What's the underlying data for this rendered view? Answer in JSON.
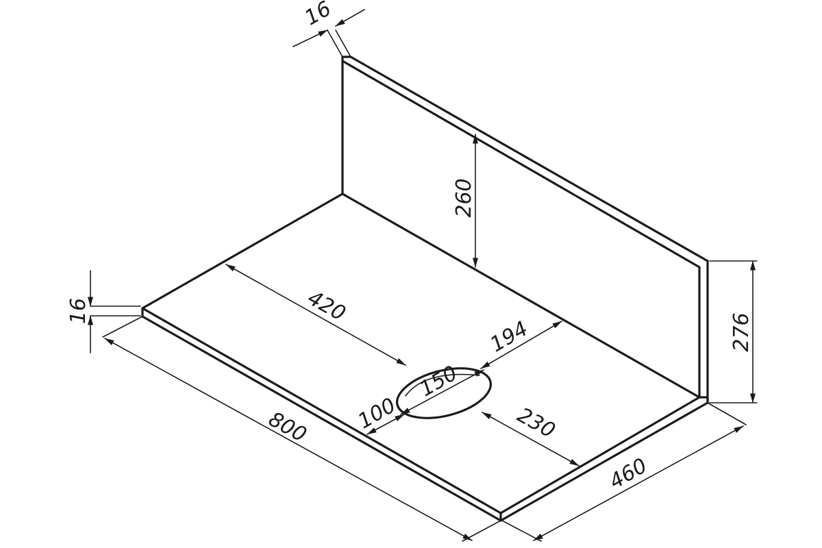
{
  "colors": {
    "line": "#1a1a1a",
    "background": "#ffffff"
  },
  "dimensions": {
    "panel_thickness_top": "16",
    "panel_thickness_left": "16",
    "back_panel_height": "260",
    "side_height": "276",
    "hole_depth_offset": "420",
    "hole_right_offset": "194",
    "hole_diameter": "150",
    "hole_left_offset": "100",
    "hole_front_offset": "230",
    "overall_length": "800",
    "overall_depth": "460"
  }
}
